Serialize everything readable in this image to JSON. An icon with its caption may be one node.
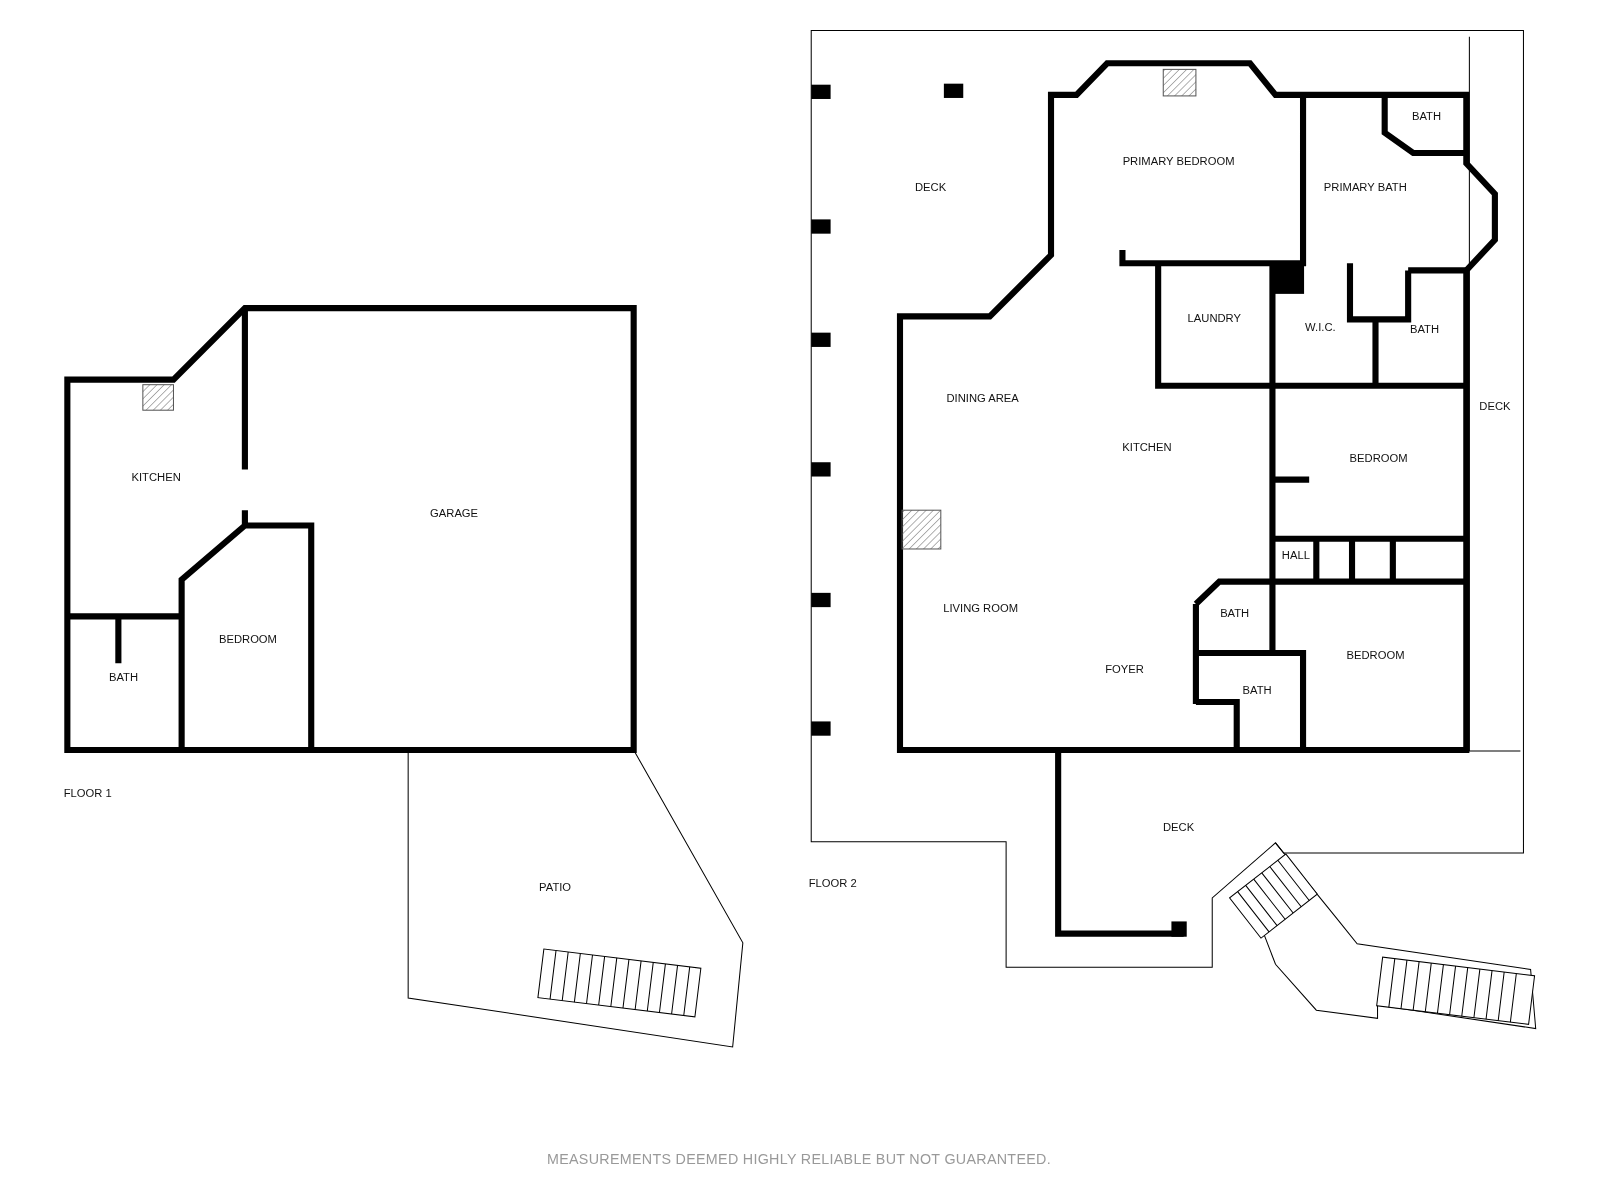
{
  "diagram": {
    "labels": [
      "KITCHEN",
      "GARAGE",
      "BEDROOM",
      "BATH",
      "FLOOR 1",
      "PATIO",
      "DECK",
      "PRIMARY BEDROOM",
      "BATH",
      "PRIMARY BATH",
      "LAUNDRY",
      "W.I.C.",
      "BATH",
      "DINING AREA",
      "DECK",
      "KITCHEN",
      "BEDROOM",
      "HALL",
      "LIVING ROOM",
      "BATH",
      "BEDROOM",
      "FOYER",
      "BATH",
      "DECK",
      "FLOOR 2",
      "MEASUREMENTS DEEMED HIGHLY RELIABLE BUT NOT GUARANTEED."
    ]
  }
}
